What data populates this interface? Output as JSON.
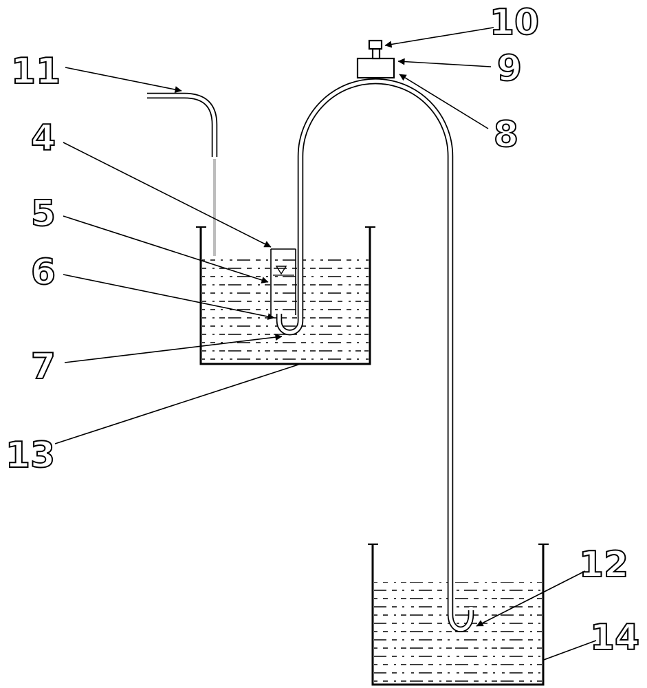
{
  "figure": {
    "background": "#ffffff",
    "line_color": "#000000",
    "faint_line_color": "#bdbdbd"
  },
  "labels": {
    "l4": "4",
    "l5": "5",
    "l6": "6",
    "l7": "7",
    "l8": "8",
    "l9": "9",
    "l10": "10",
    "l11": "11",
    "l12": "12",
    "l13": "13",
    "l14": "14"
  }
}
